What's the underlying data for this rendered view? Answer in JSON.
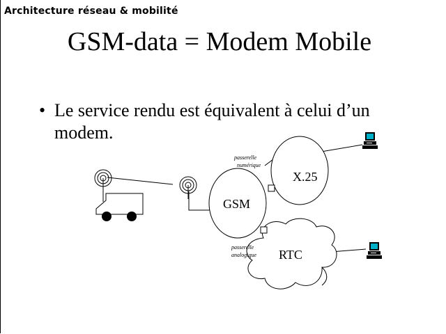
{
  "header": {
    "label": "Architecture réseau & mobilité"
  },
  "slide": {
    "title": "GSM-data = Modem Mobile",
    "bullet": {
      "symbol": "•",
      "line1": "Le service rendu est équivalent à celui d’un",
      "line2": "modem."
    }
  },
  "diagram": {
    "nodes": {
      "gsm": "GSM",
      "x25": "X.25",
      "rtc": "RTC"
    },
    "gateways": {
      "numeric_line1": "passerelle",
      "numeric_line2": "numérique",
      "analog_line1": "passerelle",
      "analog_line2": "analogique"
    },
    "colors": {
      "terminal_screen": "#00b0c8",
      "terminal_body": "#000000"
    },
    "icons": [
      "antenna-icon",
      "vehicle-icon",
      "computer-terminal-icon"
    ]
  }
}
